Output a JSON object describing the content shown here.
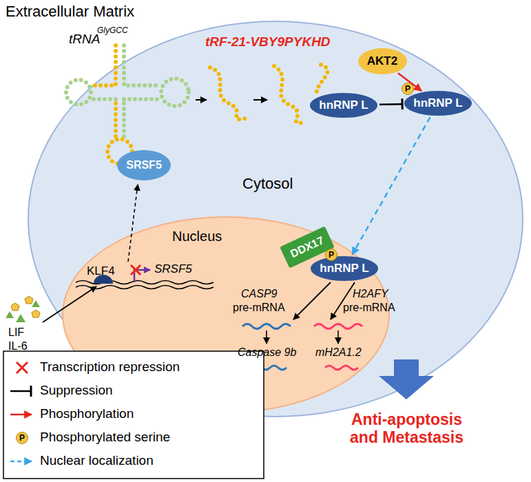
{
  "diagram": {
    "nodes": [
      {
        "text": [
          "Cytosol"
        ]
      },
      {
        "text": [
          "Nucleus"
        ],
        "in": 0
      },
      {
        "text": [
          "SRSF5"
        ],
        "in": 0
      },
      {
        "text": [
          "hnRNP L"
        ],
        "in": 0
      },
      {
        "text": [
          "AKT2"
        ],
        "in": 0
      },
      {
        "text": [
          "hnRNP L"
        ],
        "in": 0
      },
      {
        "text": [
          "DDX17"
        ],
        "in": 1
      },
      {
        "text": [
          "hnRNP L"
        ],
        "in": 1
      }
    ],
    "edges": [
      {
        "from": 3,
        "to": 5,
        "arrow": "to"
      },
      {
        "from": 4,
        "to": 5,
        "arrow": "to"
      },
      {
        "from": 5,
        "to": 7,
        "arrow": "to"
      }
    ],
    "labels": [
      "Extracellular Matrix",
      "tRNA",
      "GlyGCC",
      "tRF-21-VBY9PYKHD",
      "P",
      "KLF4",
      "SRSF5",
      "LIF",
      "IL-6",
      "P",
      "CASP9",
      "pre-mRNA",
      "Caspase 9b",
      "H2AFY",
      "pre-mRNA",
      "mH2A1.2",
      "Anti-apoptosis and Metastasis",
      "P"
    ],
    "legend": [
      {
        "text": "Transcription repression"
      },
      {
        "text": "Suppression"
      },
      {
        "text": "Phosphorylation"
      },
      {
        "text": "Phosphorylated serine"
      },
      {
        "text": "Nuclear localization"
      }
    ]
  }
}
